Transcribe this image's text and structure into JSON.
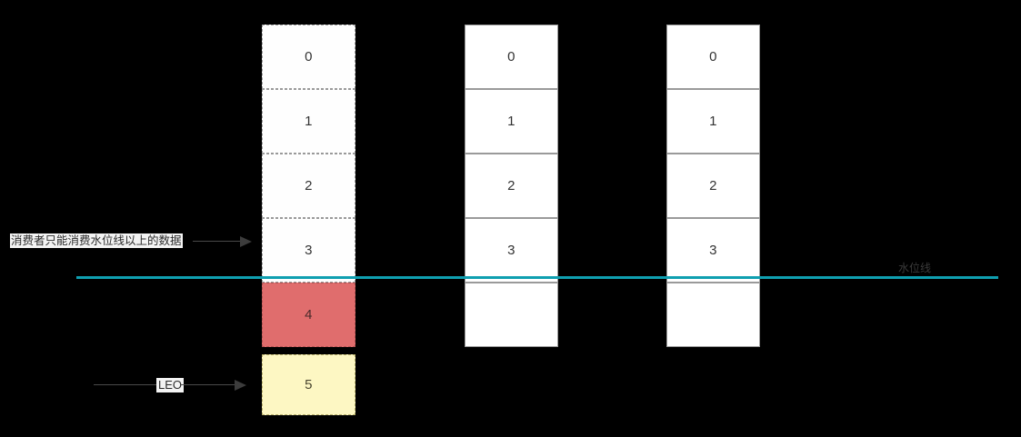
{
  "diagram": {
    "title": "Kafka partition high watermark diagram",
    "background_color": "#000000",
    "waterline": {
      "label": "水位线",
      "color": "#0f9fb0"
    },
    "annotations": {
      "consumer_note": "消费者只能消费水位线以上的数据",
      "leo": "LEO"
    },
    "colors": {
      "cell_fill": "#ffffff",
      "cell_border": "#9a9a9a",
      "red_fill": "#e06d6d",
      "yellow_fill": "#fdf7c3",
      "text": "#333333",
      "arrow": "#4a4a4a"
    },
    "columns": [
      {
        "name": "leader-replica",
        "border_style": "dashed",
        "cells": [
          {
            "label": "0",
            "style": "dashed"
          },
          {
            "label": "1",
            "style": "dashed"
          },
          {
            "label": "2",
            "style": "dashed"
          },
          {
            "label": "3",
            "style": "dashed"
          },
          {
            "label": "4",
            "style": "red"
          },
          {
            "label": "5",
            "style": "yellow"
          }
        ]
      },
      {
        "name": "follower-replica-1",
        "border_style": "solid",
        "cells": [
          {
            "label": "0",
            "style": "solid"
          },
          {
            "label": "1",
            "style": "solid"
          },
          {
            "label": "2",
            "style": "solid"
          },
          {
            "label": "3",
            "style": "solid"
          },
          {
            "label": "",
            "style": "solid"
          }
        ]
      },
      {
        "name": "follower-replica-2",
        "border_style": "solid",
        "cells": [
          {
            "label": "0",
            "style": "solid"
          },
          {
            "label": "1",
            "style": "solid"
          },
          {
            "label": "2",
            "style": "solid"
          },
          {
            "label": "3",
            "style": "solid"
          },
          {
            "label": "",
            "style": "solid"
          }
        ]
      }
    ]
  }
}
